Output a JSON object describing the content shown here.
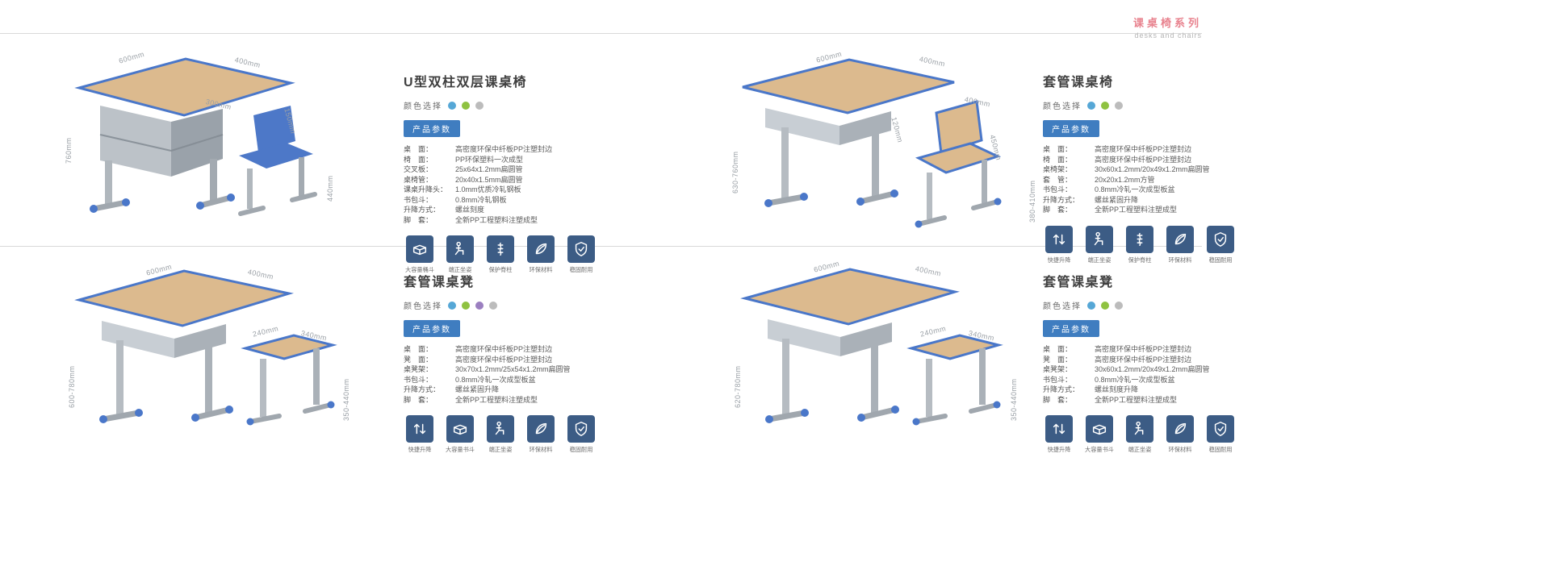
{
  "header": {
    "series_title": "课桌椅系列",
    "series_subtitle": "desks and chairs"
  },
  "shared": {
    "color_label": "颜色选择",
    "params_label": "产品参数"
  },
  "colors": {
    "accent_blue": "#3f7dc0",
    "icon_bg": "#3c5c85",
    "series_red": "#e8828e",
    "wood": "#dcba8e",
    "frame_blue": "#4a77c9",
    "metal_gray": "#aab1b8"
  },
  "products": [
    {
      "title": "U型双柱双层课桌椅",
      "dims": [
        "600mm",
        "400mm",
        "300mm",
        "150mm",
        "760mm",
        "440mm"
      ],
      "swatches": [
        "#56a7d6",
        "#8fc241",
        "#bcbcbc"
      ],
      "specs": [
        {
          "label": "桌　面：",
          "value": "高密度环保中纤板PP注塑封边"
        },
        {
          "label": "椅　面：",
          "value": "PP环保塑料一次成型"
        },
        {
          "label": "交叉板：",
          "value": "25x64x1.2mm扁圆管"
        },
        {
          "label": "桌椅管：",
          "value": "20x40x1.5mm扁圆管"
        },
        {
          "label": "课桌升降头：",
          "value": "1.0mm优质冷轧钢板"
        },
        {
          "label": "书包斗：",
          "value": "0.8mm冷轧钢板"
        },
        {
          "label": "升降方式：",
          "value": "螺丝刻度"
        },
        {
          "label": "脚　套：",
          "value": "全新PP工程塑料注塑成型"
        }
      ],
      "features": [
        {
          "icon": "drawer",
          "label": "大容量桶斗"
        },
        {
          "icon": "posture",
          "label": "端正坐姿"
        },
        {
          "icon": "spine",
          "label": "保护脊柱"
        },
        {
          "icon": "leaf",
          "label": "环保材料"
        },
        {
          "icon": "shield",
          "label": "稳固耐用"
        }
      ]
    },
    {
      "title": "套管课桌椅",
      "dims": [
        "600mm",
        "400mm",
        "400mm",
        "120mm",
        "630-760mm",
        "380-410mm",
        "450mm"
      ],
      "swatches": [
        "#56a7d6",
        "#8fc241",
        "#bcbcbc"
      ],
      "specs": [
        {
          "label": "桌　面：",
          "value": "高密度环保中纤板PP注塑封边"
        },
        {
          "label": "椅　面：",
          "value": "高密度环保中纤板PP注塑封边"
        },
        {
          "label": "桌椅架：",
          "value": "30x60x1.2mm/20x49x1.2mm扁圆管"
        },
        {
          "label": "套　管：",
          "value": "20x20x1.2mm方管"
        },
        {
          "label": "书包斗：",
          "value": "0.8mm冷轧一次成型板盆"
        },
        {
          "label": "升降方式：",
          "value": "螺丝紧固升降"
        },
        {
          "label": "脚　套：",
          "value": "全新PP工程塑料注塑成型"
        }
      ],
      "features": [
        {
          "icon": "lift",
          "label": "快捷升降"
        },
        {
          "icon": "posture",
          "label": "端正坐姿"
        },
        {
          "icon": "spine",
          "label": "保护脊柱"
        },
        {
          "icon": "leaf",
          "label": "环保材料"
        },
        {
          "icon": "shield",
          "label": "稳固耐用"
        }
      ]
    },
    {
      "title": "套管课桌凳",
      "dims": [
        "600mm",
        "400mm",
        "240mm",
        "340mm",
        "600-780mm",
        "350-440mm"
      ],
      "swatches": [
        "#56a7d6",
        "#8fc241",
        "#9b7fc0",
        "#bcbcbc"
      ],
      "specs": [
        {
          "label": "桌　面：",
          "value": "高密度环保中纤板PP注塑封边"
        },
        {
          "label": "凳　面：",
          "value": "高密度环保中纤板PP注塑封边"
        },
        {
          "label": "桌凳架：",
          "value": "30x70x1.2mm/25x54x1.2mm扁圆管"
        },
        {
          "label": "书包斗：",
          "value": "0.8mm冷轧一次成型板盆"
        },
        {
          "label": "升降方式：",
          "value": "螺丝紧固升降"
        },
        {
          "label": "脚　套：",
          "value": "全新PP工程塑料注塑成型"
        }
      ],
      "features": [
        {
          "icon": "lift",
          "label": "快捷升降"
        },
        {
          "icon": "drawer",
          "label": "大容量书斗"
        },
        {
          "icon": "posture",
          "label": "端正坐姿"
        },
        {
          "icon": "leaf",
          "label": "环保材料"
        },
        {
          "icon": "shield",
          "label": "稳固耐用"
        }
      ]
    },
    {
      "title": "套管课桌凳",
      "dims": [
        "600mm",
        "400mm",
        "240mm",
        "340mm",
        "620-780mm",
        "350-440mm"
      ],
      "swatches": [
        "#56a7d6",
        "#8fc241",
        "#bcbcbc"
      ],
      "specs": [
        {
          "label": "桌　面：",
          "value": "高密度环保中纤板PP注塑封边"
        },
        {
          "label": "凳　面：",
          "value": "高密度环保中纤板PP注塑封边"
        },
        {
          "label": "桌凳架：",
          "value": "30x60x1.2mm/20x49x1.2mm扁圆管"
        },
        {
          "label": "书包斗：",
          "value": "0.8mm冷轧一次成型板盆"
        },
        {
          "label": "升降方式：",
          "value": "螺丝刻度升降"
        },
        {
          "label": "脚　套：",
          "value": "全新PP工程塑料注塑成型"
        }
      ],
      "features": [
        {
          "icon": "lift",
          "label": "快捷升降"
        },
        {
          "icon": "drawer",
          "label": "大容量书斗"
        },
        {
          "icon": "posture",
          "label": "端正坐姿"
        },
        {
          "icon": "leaf",
          "label": "环保材料"
        },
        {
          "icon": "shield",
          "label": "稳固耐用"
        }
      ]
    }
  ]
}
